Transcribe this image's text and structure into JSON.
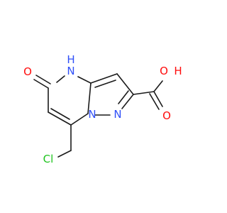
{
  "molecule": {
    "colors": {
      "carbon_bond": "#1a1a1a",
      "oxygen": "#ff0d0d",
      "nitrogen": "#3050f8",
      "chlorine": "#1fc41f"
    },
    "atoms": {
      "nh": "N",
      "nh_h": "H",
      "ring_n": "N",
      "bridge_n": "N",
      "carbonyl_o": "O",
      "acid_oh": "O",
      "acid_oh_h": "H",
      "acid_o": "O",
      "chloro": "Cl"
    }
  }
}
